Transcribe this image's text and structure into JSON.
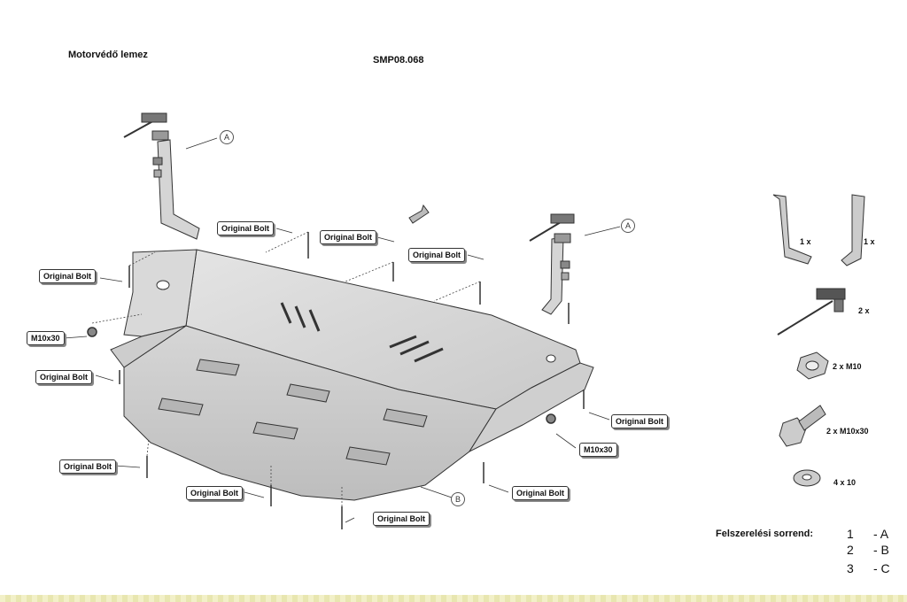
{
  "header": {
    "title": "Motorvédő lemez",
    "code": "SMP08.068"
  },
  "callouts": {
    "original_bolt": "Original Bolt",
    "m10x30": "M10x30"
  },
  "letters": {
    "a": "A",
    "b": "B"
  },
  "parts_list": [
    {
      "qty": "1 x"
    },
    {
      "qty": "1 x"
    },
    {
      "qty": "2 x"
    },
    {
      "qty": "2 x M10"
    },
    {
      "qty": "2 x M10x30"
    },
    {
      "qty": "4 x 10"
    }
  ],
  "install_order": {
    "label": "Felszerelési sorrend:",
    "steps": [
      {
        "num": "1",
        "part": "- A"
      },
      {
        "num": "2",
        "part": "- B"
      },
      {
        "num": "3",
        "part": "- C"
      }
    ]
  }
}
